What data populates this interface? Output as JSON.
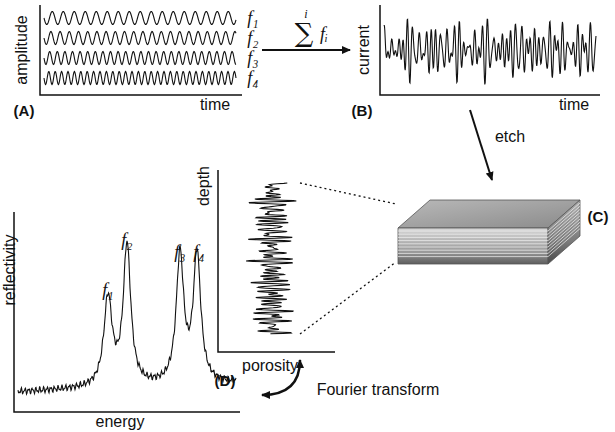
{
  "diagram": {
    "labels": [
      "amplitude",
      "time",
      "f₁",
      "f₂",
      "f₃",
      "f₄",
      "(A)",
      "i",
      "∑",
      "fᵢ",
      "current",
      "time",
      "(B)",
      "etch",
      "(C)",
      "depth",
      "porosity",
      "Fourier transform",
      "reflectivity",
      "energy",
      "f₁",
      "f₂",
      "f₃",
      "f₄",
      "(D)"
    ]
  }
}
